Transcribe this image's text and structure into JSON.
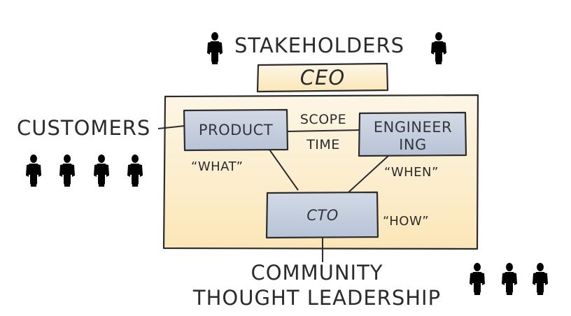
{
  "diagram": {
    "stakeholders": "STAKEHOLDERS",
    "ceo": "CEO",
    "customers": "CUSTOMERS",
    "product": "PRODUCT",
    "engineering_line1": "ENGINEER",
    "engineering_line2": "ING",
    "scope": "SCOPE",
    "time": "TIME",
    "what": "“WHAT”",
    "when": "“WHEN”",
    "how": "“HOW”",
    "cto": "CTO",
    "community": "COMMUNITY",
    "thought_leadership": "THOUGHT LEADERSHIP"
  },
  "colors": {
    "org_fill": "#fdf1d6",
    "org_stroke": "#2b2b2b",
    "box_fill": "#c6cfde",
    "box_stroke": "#2b2b2b",
    "person_fill": "#f7b48c",
    "person_stroke": "#e0703a"
  },
  "icons": [
    "person-icon"
  ]
}
